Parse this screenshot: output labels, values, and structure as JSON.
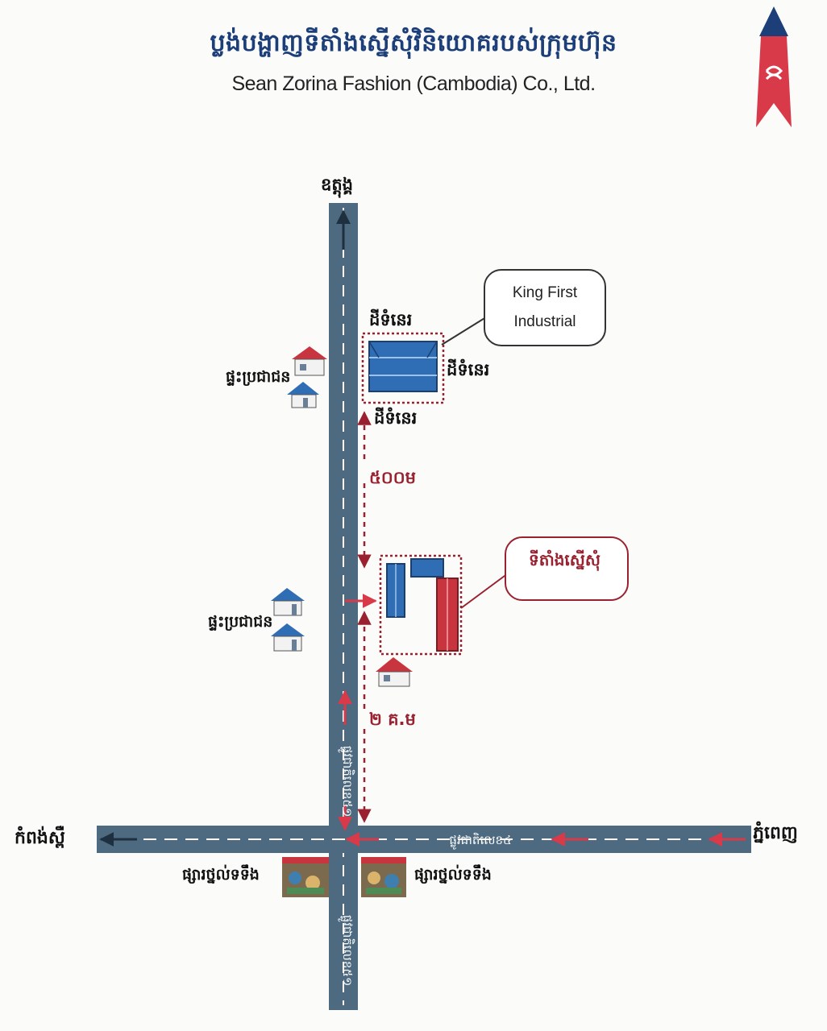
{
  "header": {
    "title_khmer": "ប្លង់បង្ហាញទីតាំងស្នើសុំវិនិយោគរបស់ក្រុមហ៊ុន",
    "title_english": "Sean Zorina Fashion (Cambodia) Co., Ltd."
  },
  "map": {
    "direction_labels": {
      "north": "ឧត្តុង្គ",
      "west": "កំពង់ស្ពឺ",
      "east": "ភ្នំពេញ"
    },
    "roads": {
      "vertical_road_name": "ផ្លូវជាតិលេខ៥១",
      "horizontal_road_name": "ផ្លូវជាតិលេខ៤"
    },
    "distances": {
      "upper": "៥០០ម",
      "lower": "២ គ.ម"
    },
    "land_label": "ដីទំនេរ",
    "residential_label": "ផ្ទះប្រជាជន",
    "market_label": "ផ្សារថ្នល់ទទឹង",
    "king_first": {
      "line1": "King First",
      "line2": "Industrial"
    },
    "proposed_site_label": "ទីតាំងស្នើសុំ",
    "colors": {
      "road": "#4d6a80",
      "building_blue": "#2f6db5",
      "building_red": "#c9353f",
      "dotted_border": "#9a2230",
      "arrow_red": "#d83a4a",
      "compass_blue": "#1c3f7a"
    },
    "icons": [
      "north-compass-icon",
      "house-icon",
      "market-icon",
      "factory-building-icon"
    ]
  }
}
